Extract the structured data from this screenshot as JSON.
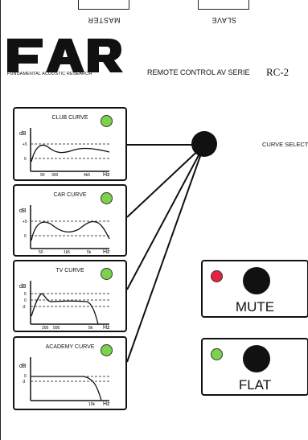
{
  "header": {
    "master_label": "MASTER",
    "slave_label": "SLAVE"
  },
  "brand": {
    "logo_text": "FAR",
    "logo_subtitle": "FUNDAMENTAL ACOUSTIC RESEARCH"
  },
  "title": {
    "remote_label": "REMOTE CONTROL AV SERIE",
    "model": "RC-2"
  },
  "selector": {
    "label": "CURVE SELECTOR"
  },
  "curves": [
    {
      "name": "CLUB CURVE",
      "unit_y": "dB",
      "y_ticks": [
        "+5",
        "0"
      ],
      "x_ticks": [
        "90",
        "300",
        "4k5"
      ],
      "unit_x": "Hz",
      "led": "green"
    },
    {
      "name": "CAR CURVE",
      "unit_y": "dB",
      "y_ticks": [
        "+5",
        "0"
      ],
      "x_ticks": [
        "50",
        "1k5",
        "5k"
      ],
      "unit_x": "Hz",
      "led": "green"
    },
    {
      "name": "TV CURVE",
      "unit_y": "dB",
      "y_ticks": [
        "5",
        "0",
        "-3"
      ],
      "x_ticks": [
        "200",
        "500",
        "8k"
      ],
      "unit_x": "Hz",
      "led": "green"
    },
    {
      "name": "ACADEMY CURVE",
      "unit_y": "dB",
      "y_ticks": [
        "0",
        "-3"
      ],
      "x_ticks": [
        "10k"
      ],
      "unit_x": "Hz",
      "led": "green"
    }
  ],
  "buttons": {
    "mute": {
      "label": "MUTE",
      "led": "red"
    },
    "flat": {
      "label": "FLAT",
      "led": "green"
    }
  },
  "colors": {
    "led_green": "#7cd24a",
    "led_red": "#e8213f",
    "ink": "#111111"
  }
}
